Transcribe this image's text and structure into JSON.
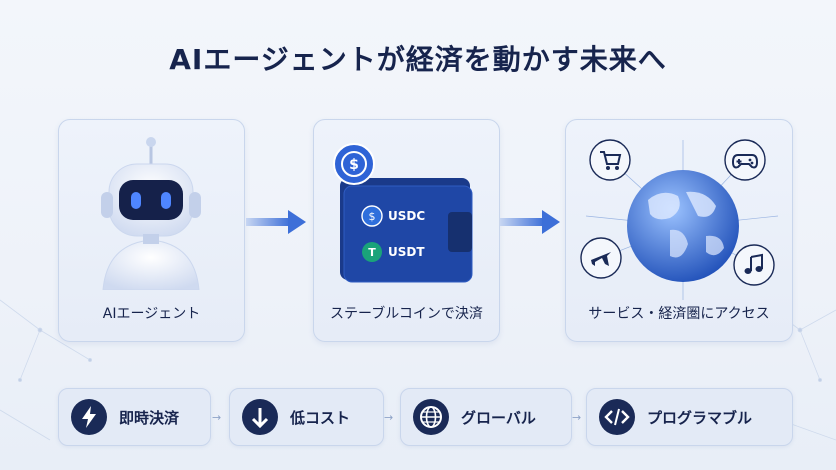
{
  "title": "AIエージェントが経済を動かす未来へ",
  "cards": [
    {
      "label": "AIエージェント",
      "icon": "robot-icon"
    },
    {
      "label": "ステーブルコインで決済",
      "icon": "wallet-icon"
    },
    {
      "label": "サービス・経済圏にアクセス",
      "icon": "globe-icon"
    }
  ],
  "wallet": {
    "coin1": "USDC",
    "coin2": "USDT"
  },
  "features": [
    {
      "label": "即時決済",
      "icon": "lightning-icon"
    },
    {
      "label": "低コスト",
      "icon": "arrow-down-icon"
    },
    {
      "label": "グローバル",
      "icon": "globe-grid-icon"
    },
    {
      "label": "プログラマブル",
      "icon": "code-icon"
    }
  ],
  "colors": {
    "navy": "#1a2a57",
    "accent": "#3d6fd8",
    "card_bg": "#e6ecf7"
  }
}
